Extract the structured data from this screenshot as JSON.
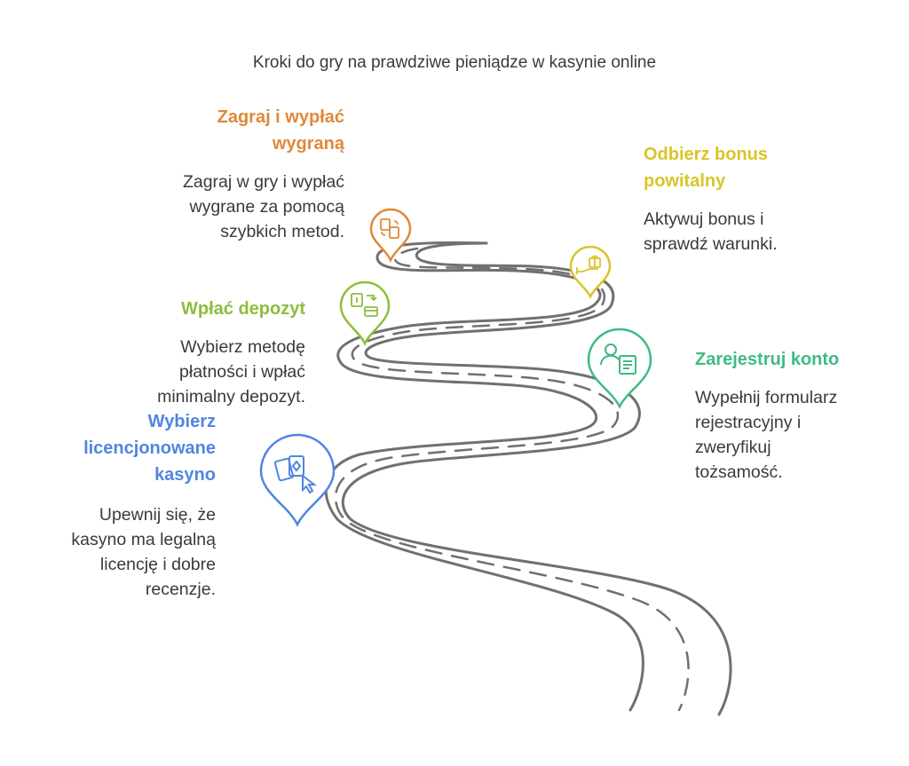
{
  "title": "Kroki do gry na prawdziwe pieniądze w kasynie online",
  "steps": [
    {
      "id": "wybierz",
      "heading": "Wybierz licencjonowane kasyno",
      "heading_lines": [
        "Wybierz",
        "licencjonowane",
        "kasyno"
      ],
      "desc_lines": [
        "Upewnij się, że",
        "kasyno ma legalną",
        "licencję i dobre",
        "recenzje."
      ],
      "color": "#4F86E0",
      "icon": "cards-click-icon"
    },
    {
      "id": "zarejestruj",
      "heading": "Zarejestruj konto",
      "heading_lines": [
        "Zarejestruj konto"
      ],
      "desc_lines": [
        "Wypełnij formularz",
        "rejestracyjny i",
        "zweryfikuj",
        "tożsamość."
      ],
      "color": "#3DBC82",
      "icon": "user-form-icon"
    },
    {
      "id": "wplac",
      "heading": "Wpłać depozyt",
      "heading_lines": [
        "Wpłać depozyt"
      ],
      "desc_lines": [
        "Wybierz metodę",
        "płatności i wpłać",
        "minimalny depozyt."
      ],
      "color": "#8DBE3C",
      "icon": "wallet-transfer-icon"
    },
    {
      "id": "odbierz",
      "heading": "Odbierz bonus powitalny",
      "heading_lines": [
        "Odbierz bonus",
        "powitalny"
      ],
      "desc_lines": [
        "Aktywuj bonus i",
        "sprawdź warunki."
      ],
      "color": "#D9C52A",
      "icon": "gift-hand-icon"
    },
    {
      "id": "zagraj",
      "heading": "Zagraj i wypłać wygraną",
      "heading_lines": [
        "Zagraj i wypłać",
        "wygraną"
      ],
      "desc_lines": [
        "Zagraj w gry i wypłać",
        "wygrane za pomocą",
        "szybkich metod."
      ],
      "color": "#E0883A",
      "icon": "money-exchange-icon"
    }
  ]
}
